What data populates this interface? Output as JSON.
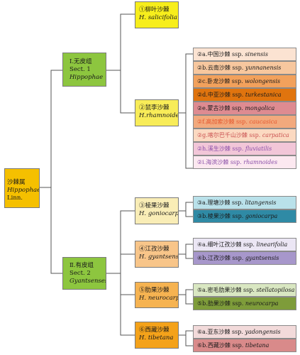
{
  "genus": {
    "line1": "沙棘属",
    "line2": "Hippophae",
    "line3": "Linn."
  },
  "groups": {
    "g1": {
      "line1": "Ⅰ.无皮组",
      "line2": "Sect. 1",
      "line3": "Hippophae"
    },
    "g2": {
      "line1": "Ⅱ.有皮组",
      "line2": "Sect. 2",
      "line3": "Gyantsenses"
    }
  },
  "species": {
    "s1": {
      "line1": "①柳叶沙棘",
      "line2": "H. salicifolia"
    },
    "s2": {
      "line1": "②鼠李沙棘",
      "line2": "H.rhamnoides"
    },
    "s3": {
      "line1": "③棱果沙棘",
      "line2": "H. goniocarpa"
    },
    "s4": {
      "line1": "④江孜沙棘",
      "line2": "H. gyantsensis"
    },
    "s5": {
      "line1": "⑤肋果沙棘",
      "line2": "H. neurocarpa"
    },
    "s6": {
      "line1": "⑥西藏沙棘",
      "line2": "H. tibetana"
    }
  },
  "subspecies": {
    "s2": [
      {
        "cn": "②a.中国沙棘",
        "ssp": "ssp.",
        "epi": "sinensis"
      },
      {
        "cn": "②b.云南沙棘",
        "ssp": "ssp.",
        "epi": "yunnanensis"
      },
      {
        "cn": "②c.卧龙沙棘",
        "ssp": "ssp.",
        "epi": "wolongensis"
      },
      {
        "cn": "②d.中亚沙棘",
        "ssp": "ssp.",
        "epi": "turkestanica"
      },
      {
        "cn": "②e.蒙古沙棘",
        "ssp": "ssp.",
        "epi": "mongolica"
      },
      {
        "cn": "②f.高加索沙棘",
        "ssp": "ssp.",
        "epi": "caucasica"
      },
      {
        "cn": "②g.喀尔巴千山沙棘",
        "ssp": "ssp.",
        "epi": "carpatica"
      },
      {
        "cn": "②h.溪生沙棘",
        "ssp": "ssp.",
        "epi": "fluviatilis"
      },
      {
        "cn": "②i.海滨沙棘",
        "ssp": "ssp.",
        "epi": "rhamnoides"
      }
    ],
    "s3": [
      {
        "cn": "③a.理塘沙棘",
        "ssp": "ssp.",
        "epi": "litangensis"
      },
      {
        "cn": "③b.棱果沙棘",
        "ssp": "ssp.",
        "epi": "goniocarpa"
      }
    ],
    "s4": [
      {
        "cn": "④a.细叶江孜沙棘",
        "ssp": "ssp.",
        "epi": "linearifolia"
      },
      {
        "cn": "④b.江孜沙棘",
        "ssp": "ssp.",
        "epi": "gyantsensis"
      }
    ],
    "s5": [
      {
        "cn": "⑤a.密毛肋果沙棘",
        "ssp": "ssp.",
        "epi": "stellatopilosa"
      },
      {
        "cn": "⑤b.肋果沙棘",
        "ssp": "ssp.",
        "epi": "neurocarpa"
      }
    ],
    "s6": [
      {
        "cn": "⑥a.亚东沙棘",
        "ssp": "ssp.",
        "epi": "yadongensis"
      },
      {
        "cn": "⑥b.西藏沙棘",
        "ssp": "ssp.",
        "epi": "tibetana"
      }
    ]
  },
  "colors": {
    "genus": "#f5c000",
    "group": "#8dc63f",
    "s1": "#f7ee1c",
    "s2": "#f8ec58",
    "s3": "#f9edb6",
    "s4": "#f8c589",
    "s5": "#f6b351",
    "s6": "#f4a21a",
    "sub_s2": [
      "#fbe3d2",
      "#f7c79e",
      "#f2a15c",
      "#e0740e",
      "#de8b91",
      "#f2a97d",
      "#fbd9c1",
      "#f2c6d8",
      "#fce8f0"
    ],
    "sub_s3": [
      "#b9e1ea",
      "#2f8aa5"
    ],
    "sub_s4": [
      "#ebe6f4",
      "#a797cb"
    ],
    "sub_s5": [
      "#d9e7c2",
      "#7e9c3a"
    ],
    "sub_s6": [
      "#f2dada",
      "#d98a8a"
    ],
    "sub_text_s2": [
      "#1a1a1a",
      "#1a1a1a",
      "#1a1a1a",
      "#1a1a1a",
      "#1a1a1a",
      "#e4572e",
      "#c94f4f",
      "#8a4fa8",
      "#8a4fa8"
    ]
  }
}
